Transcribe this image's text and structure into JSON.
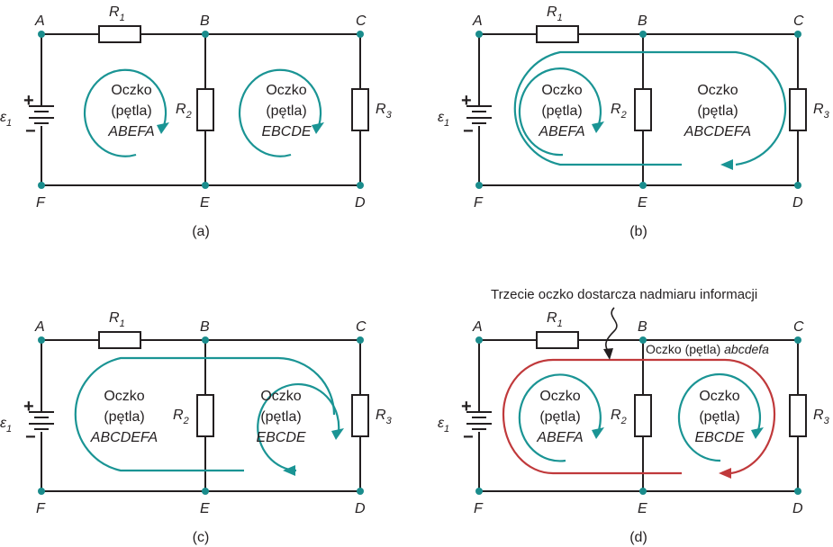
{
  "nodes": {
    "A": "A",
    "B": "B",
    "C": "C",
    "D": "D",
    "E": "E",
    "F": "F"
  },
  "components": {
    "R": "R",
    "r1_sub": "1",
    "r2_sub": "2",
    "r3_sub": "3",
    "emf": "ε",
    "emf_sub": "1",
    "plus": "+",
    "minus": "−"
  },
  "loop_word": "Oczko",
  "loop_word2": "(pętla)",
  "loops": {
    "abefa": "ABEFA",
    "ebcde": "EBCDE",
    "abcdefa": "ABCDEFA"
  },
  "captions": {
    "a": "(a)",
    "b": "(b)",
    "c": "(c)",
    "d": "(d)"
  },
  "annotation": "Trzecie oczko dostarcza nadmiaru informacji",
  "outer_loop_prefix": "Oczko (pętla)",
  "outer_loop_name": "abcdefa",
  "colors": {
    "wire": "#231f20",
    "node": "#1a8c8c",
    "loop": "#1a9494",
    "loop_red": "#c0393b"
  }
}
